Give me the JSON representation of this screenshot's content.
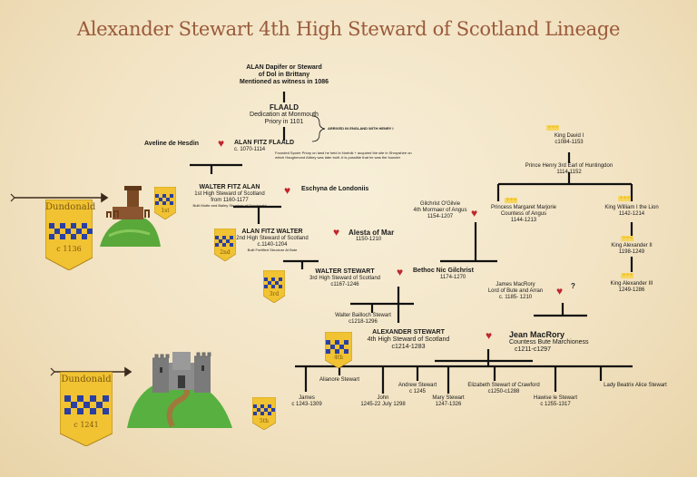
{
  "title": "Alexander Stewart 4th High Steward of Scotland Lineage",
  "people": {
    "alan_dapifer": [
      "ALAN Dapifer or Steward",
      "of Dol in Brittany",
      "Mentioned as witness in 1086"
    ],
    "flaald": [
      "FLAALD",
      "Dedication at Monmouth",
      "Priory in 1101"
    ],
    "arrived_note": "ARRIVED IN ENGLAND  WITH HENRY I",
    "aveline": "Aveline de Hesdin",
    "alan_fitz_flaald": [
      "ALAN FITZ FLAALD",
      "c. 1070-1114"
    ],
    "sporle_note": [
      "Founded Sporle Priory on land he held in Norfolk  + acquired the site in Shropshire on",
      "which Haughmond Abbey was later built -it is possible that he was the founder"
    ],
    "king_david": [
      "King David I",
      "c1084-1153"
    ],
    "prince_henry": [
      "Prince Henry 3rd Earl of Huntingdon",
      "1114-1152"
    ],
    "walter_fitz_alan": [
      "WALTER FITZ ALAN",
      "1st High Steward of Scotland",
      "from 1160-1177"
    ],
    "walter_note": "Built Motte and Bailey Structure at Dundonald",
    "eschyna": "Eschyna de Londoniis",
    "gilchrist": [
      "Gilchrist O'Gilvie",
      "4th Mormaer of Angus",
      "1154-1207"
    ],
    "margaret": [
      "Princess Margaret Marjorie",
      "Countess of Angus",
      "1144-1213"
    ],
    "william": [
      "King William I the Lion",
      "1142-1214"
    ],
    "alan_fitz_walter": [
      "ALAN FITZ WALTER",
      "2nd High Steward of Scotland",
      "c.1140-1204"
    ],
    "alan_note": "Built Fortified Structure At Bute",
    "alesta": [
      "Alesta of Mar",
      "1150-1210"
    ],
    "alexander_ii": [
      "King Alexander II",
      "1198-1249"
    ],
    "walter_stewart": [
      "WALTER STEWART",
      "3rd High Steward of Scotland",
      "c1167-1246"
    ],
    "bethoc": [
      "Bethoc Nic Gilchrist",
      "1174-1270"
    ],
    "james_macrory": [
      "James MacRory",
      "Lord of Bute and Arran",
      "c. 1185- 1210"
    ],
    "question": "?",
    "alexander_iii": [
      "King Alexander III",
      "1249-1286"
    ],
    "walter_bailloch": [
      "Walter Bailloch Stewart",
      "c1218-1296"
    ],
    "alexander_stewart": [
      "ALEXANDER STEWART",
      "4th High Steward of Scotland",
      "c1214-1283"
    ],
    "jean_macrory": [
      "Jean MacRory",
      "Countess Bute Marchioness",
      "c1211-c1297"
    ]
  },
  "children": {
    "james": [
      "James",
      "c 1243-1309"
    ],
    "alianore": "Alianore Stewart",
    "john": [
      "John",
      "1245-22 July 1298"
    ],
    "andrew": [
      "Andrew Stewart",
      "c 1245"
    ],
    "mary": [
      "Mary Stewart",
      "1247-1326"
    ],
    "elizabeth": [
      "Elizabeth Stewart of Crawford",
      "c1250-c1288"
    ],
    "hawise": [
      "Hawise le Stewart",
      "c 1255-1317"
    ],
    "beatrix": "Lady Beatrix Alice Stewart"
  },
  "banners": {
    "dundonald_top": [
      "Dundonald",
      "c 1136"
    ],
    "dundonald_bottom": [
      "Dundonald",
      "c 1241"
    ],
    "shield_1": "1st",
    "shield_2": "2nd",
    "shield_3": "3rd",
    "shield_4": "4th",
    "shield_5": "5th"
  },
  "colors": {
    "title": "#9a5a3a",
    "heart": "#c0262d",
    "gold": "#f1c232",
    "blue": "#2a3fa0",
    "hill": "#58b040",
    "castle": "#8c8c8c"
  },
  "icons": [
    "heart-icon",
    "crown-icon",
    "castle-icon",
    "banner-icon",
    "shield-icon",
    "arrow-icon"
  ]
}
